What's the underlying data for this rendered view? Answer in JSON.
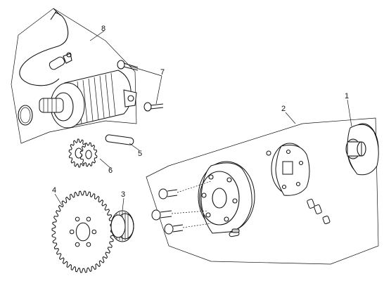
{
  "callouts": [
    {
      "id": "1",
      "text": "1"
    },
    {
      "id": "2",
      "text": "2"
    },
    {
      "id": "3",
      "text": "3"
    },
    {
      "id": "4",
      "text": "4"
    },
    {
      "id": "5",
      "text": "5"
    },
    {
      "id": "6",
      "text": "6"
    },
    {
      "id": "7",
      "text": "7"
    },
    {
      "id": "8",
      "text": "8"
    }
  ],
  "colors": {
    "line": "#111111",
    "background": "#ffffff",
    "shade": "#cfcfcf"
  }
}
